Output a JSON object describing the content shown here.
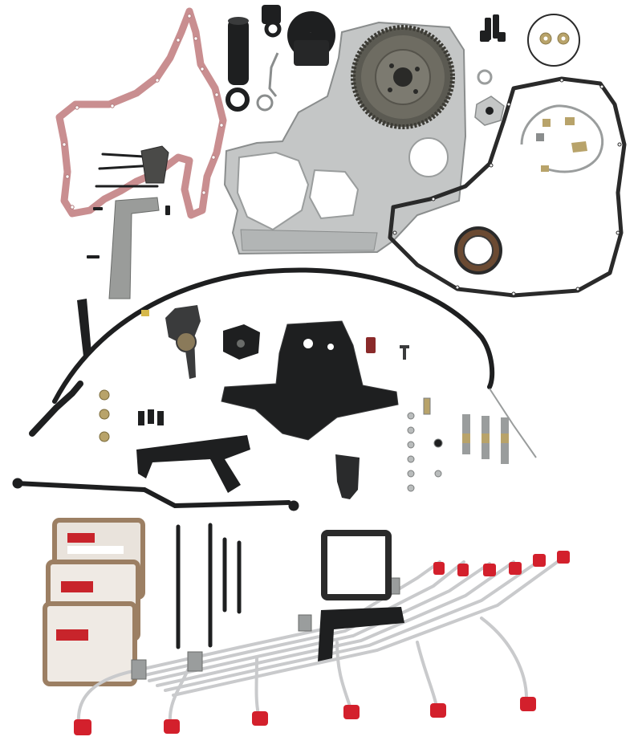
{
  "photo": {
    "background_color": "#ffffff",
    "part_colors": {
      "gasket_pink": "#c98e90",
      "aluminum": "#b9bcbc",
      "aluminum_dark": "#8a8d8d",
      "black_part": "#1e1f20",
      "gasket_black": "#2a2a2a",
      "brass": "#b8a36a",
      "steel_line": "#c9cacc",
      "red_cap": "#d3202c",
      "packet_paper": "#e9e3dc",
      "packet_border": "#9c7f63",
      "brand_red": "#c8242b"
    },
    "parts": [
      {
        "name": "front-cover-gasket-pink"
      },
      {
        "name": "gear-housing-aluminum"
      },
      {
        "name": "timing-gear"
      },
      {
        "name": "front-cover-gasket-black"
      },
      {
        "name": "crank-seal"
      },
      {
        "name": "throttle-cable"
      },
      {
        "name": "injector-line-set"
      },
      {
        "name": "gasket-packets"
      },
      {
        "name": "pushrods"
      },
      {
        "name": "linkage-rod"
      }
    ]
  }
}
